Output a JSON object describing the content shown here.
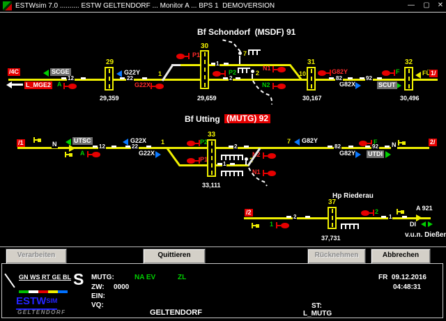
{
  "window": {
    "title": "ESTWsim 7.0 .......... ESTW GELTENDORF ... Monitor A ... BPS 1  DEMOVERSION",
    "minimize": "—",
    "maximize": "▢",
    "close": "✕"
  },
  "schondorf": {
    "title": "Bf Schondorf  (MSDF) 91",
    "labels": {
      "entry_4c": "/4C",
      "scge": "SCGE",
      "l_mge2": "L_MGE2",
      "sig_a": "A",
      "sec_12": "12",
      "lc29_no": "29",
      "lc29_km": "29,359",
      "g22y": "G22Y",
      "sec_22": "22",
      "g22x": "G22X",
      "sw1": "1",
      "p1": "P1",
      "lc30_no": "30",
      "lc30_km": "29,659",
      "sec_t1": "1",
      "sec_t2": "2",
      "p2": "P2",
      "sw7": "7",
      "sw2": "2",
      "n1": "N1",
      "n2": "N2",
      "sec_10": "10",
      "lc31_no": "31",
      "lc31_km": "30,167",
      "g82y": "G82Y",
      "sec_82": "82",
      "g82x": "G82X",
      "sec_92": "92",
      "sig_f": "F",
      "scut": "SCUT",
      "lc32_no": "32",
      "lc32_km": "30,496",
      "fue": "FÜ",
      "exit_1": "1/"
    }
  },
  "utting": {
    "title": "Bf Utting",
    "title_badge": "(MUTG) 92",
    "labels": {
      "entry_1": "/1",
      "n_left": "N",
      "utsc": "UTSC",
      "sig_a": "A",
      "sec_12": "12",
      "g22x_left": "G22X",
      "sec_22": "22",
      "g22x_right": "G22X",
      "sw1": "1",
      "p2": "P2",
      "p1": "P1",
      "lc33_no": "33",
      "lc33_km": "33,111",
      "sec_2": "2",
      "sec_t1": "1",
      "n2": "N2",
      "sw2": "2",
      "n1": "N1",
      "sw7": "7",
      "g82y_left": "G82Y",
      "sec_82": "82",
      "g82y_right": "G82Y",
      "sec_92": "92",
      "sig_f": "F",
      "utdi": "UTDI",
      "n_right": "N",
      "exit_2": "2/"
    }
  },
  "riederau": {
    "title": "Hp Riederau",
    "labels": {
      "entry_2": "/2",
      "sig_1": "1",
      "sec_2": "2",
      "lc37_no": "37",
      "lc37_km": "37,731",
      "sig_2": "2",
      "sec_1": "1",
      "a921": "A 921",
      "di": "DI",
      "direction": "v.u.n. Dießen"
    }
  },
  "buttons": {
    "verarbeiten": "Verarbeiten",
    "quittieren": "Quittieren",
    "ruecknehmen": "Rücknehmen",
    "abbrechen": "Abbrechen"
  },
  "status": {
    "legend": "GN WS RT GE BL",
    "s_symbol": "S",
    "logo_estw": "ESTW",
    "logo_sim": "SIM",
    "logo_city": "GELTENDORF",
    "mutg_label": "MUTG:",
    "mutg_values": "NA EV",
    "zl": "ZL",
    "zw_label": "ZW:",
    "zw_value": "0000",
    "ein_label": "EIN:",
    "vq_label": "VQ:",
    "station": "GELTENDORF",
    "st_label": "ST:",
    "st_value": "L_MUTG",
    "date": "FR  09.12.2016",
    "time": "04:48:31"
  },
  "colors": {
    "track_yellow": "#f0f000",
    "signal_red": "#e60000",
    "label_red": "#e60000",
    "signal_green": "#00cf00",
    "arrow_blue": "#0a78ff",
    "logo_blue": "#2424ff"
  }
}
